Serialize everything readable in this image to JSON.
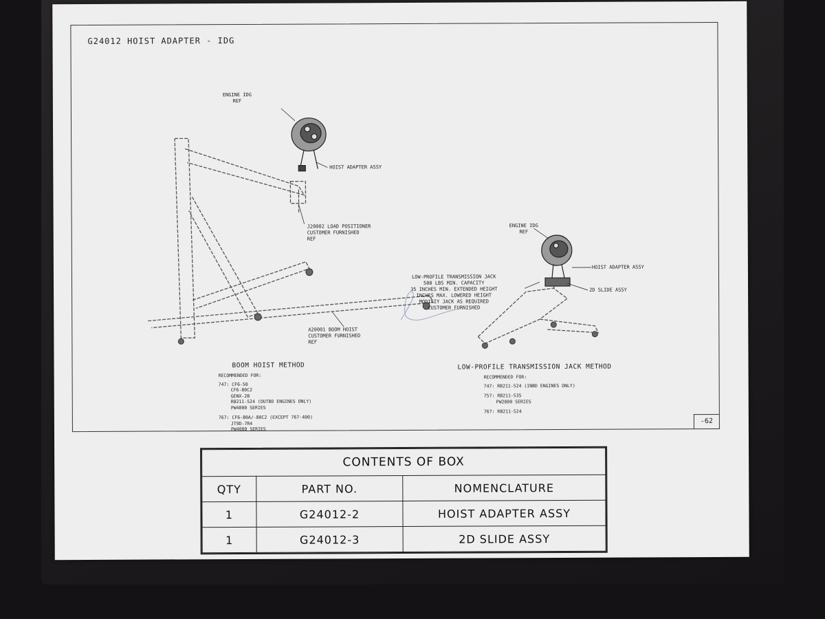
{
  "drawing": {
    "title": "G24012 HOIST ADAPTER - IDG",
    "sheet": "-62",
    "left_labels": {
      "engine_idg": [
        "ENGINE IDG",
        "REF"
      ],
      "hoist_adapter": "HOIST ADAPTER ASSY",
      "load_positioner": [
        "J20002 LOAD POSITIONER",
        "CUSTOMER FURNISHED",
        "REF"
      ],
      "boom_hoist": [
        "A20001 BOOM HOIST",
        "CUSTOMER FURNISHED",
        "REF"
      ]
    },
    "right_labels": {
      "engine_idg": [
        "ENGINE IDG",
        "REF"
      ],
      "hoist_adapter": "HOIST ADAPTER ASSY",
      "slide": "2D SLIDE ASSY",
      "jack": [
        "LOW-PROFILE TRANSMISSION JACK",
        "500 LBS MIN. CAPACITY",
        "35 INCHES MIN. EXTENDED HEIGHT",
        "INCHES MAX. LOWERED HEIGHT",
        "MODIFIY JACK AS REQUIRED",
        "CUSTOMER FURNISHED"
      ]
    },
    "boom_method": {
      "heading": "BOOM HOIST METHOD",
      "recommended": "RECOMMENDED FOR:",
      "lines": [
        {
          "model": "747:",
          "entries": [
            "CF6-50",
            "CF6-80C2",
            "GENX-2B",
            "RB211-524 (OUTBD ENGINES ONLY)",
            "PW4000 SERIES"
          ]
        },
        {
          "model": "767:",
          "entries": [
            "CF6-80A/-80C2 (EXCEPT 767-400)",
            "JT9D-7R4",
            "PW4000 SERIES"
          ]
        }
      ]
    },
    "jack_method": {
      "heading": "LOW-PROFILE TRANSMISSION JACK METHOD",
      "recommended": "RECOMMENDED FOR:",
      "lines": [
        {
          "model": "747:",
          "entries": [
            "RB211-524 (INBD ENGINES ONLY)"
          ]
        },
        {
          "model": "757:",
          "entries": [
            "RB211-535",
            "PW2000 SERIES"
          ]
        },
        {
          "model": "767:",
          "entries": [
            "RB211-524"
          ]
        }
      ]
    }
  },
  "contents": {
    "caption": "CONTENTS OF BOX",
    "headers": [
      "QTY",
      "PART NO.",
      "NOMENCLATURE"
    ],
    "rows": [
      [
        "1",
        "G24012-2",
        "HOIST ADAPTER ASSY"
      ],
      [
        "1",
        "G24012-3",
        "2D SLIDE ASSY"
      ]
    ]
  }
}
